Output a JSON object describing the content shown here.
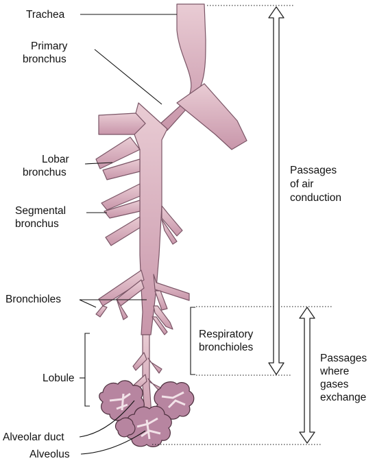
{
  "colors": {
    "airway_top": "#e9ccd4",
    "airway_bottom": "#c896aa",
    "airway_outline": "#7a5566",
    "lobule_fill": "#b785a0",
    "lobule_outline": "#4c2f3d"
  },
  "labels": {
    "trachea": "Trachea",
    "primary_bronchus": [
      "Primary",
      "bronchus"
    ],
    "lobar_bronchus": [
      "Lobar",
      "bronchus"
    ],
    "segmental_bronchus": [
      "Segmental",
      "bronchus"
    ],
    "bronchioles": "Bronchioles",
    "lobule": "Lobule",
    "alveolar_duct": "Alveolar duct",
    "alveolus": "Alveolus",
    "respiratory_bronchioles": [
      "Respiratory",
      "bronchioles"
    ],
    "passages_air_conduction": [
      "Passages",
      "of air",
      "conduction"
    ],
    "passages_gas_exchange": [
      "Passages",
      "where",
      "gases",
      "exchange"
    ]
  }
}
